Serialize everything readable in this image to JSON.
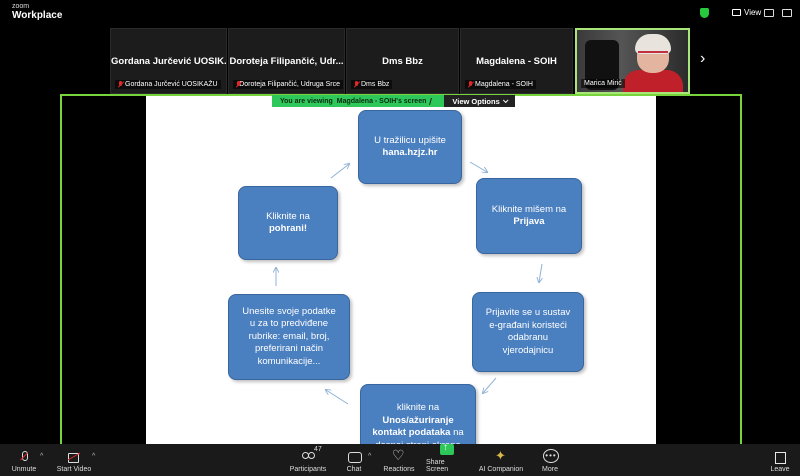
{
  "app": {
    "brand_top": "zoom",
    "brand_name": "Workplace"
  },
  "topbar": {
    "view_label": "View"
  },
  "thumbnails": [
    {
      "name": "Gordana Jurčević UOSIK...",
      "label": "Gordana Jurčević UOSIKAŽU"
    },
    {
      "name": "Doroteja Filipančić, Udr...",
      "label": "Doroteja Filipančić, Udruga Srce"
    },
    {
      "name": "Dms Bbz",
      "label": "Dms Bbz"
    },
    {
      "name": "Magdalena - SOIH",
      "label": "Magdalena - SOIH"
    },
    {
      "name": "",
      "label": "Marica Mirić"
    }
  ],
  "share_banner": {
    "viewing_prefix": "You are viewing",
    "viewing_name": "Magdalena - SOIH's screen",
    "view_options": "View Options"
  },
  "slide": {
    "top_line1": "U tražilicu upišite",
    "top_line2": "hana.hzjz.hr",
    "right1_line1": "Kliknite mišem na",
    "right1_line2": "Prijava",
    "right2_lines": [
      "Prijavite se u sustav",
      "e-građani koristeći",
      "odabranu",
      "vjerodajnicu"
    ],
    "bottom_line1": "kliknite na",
    "bottom_line2": "Unos/ažuriranje",
    "bottom_line3a": "kontakt podataka",
    "bottom_line3b": " na",
    "bottom_line4": "desnoj strani ekrana",
    "left2_lines": [
      "Unesite svoje podatke",
      "u za to predviđene",
      "rubrike: email, broj,",
      "preferirani način",
      "komunikacije..."
    ],
    "left1_line1": "Kliknite na",
    "left1_line2": "pohrani!"
  },
  "toolbar": {
    "unmute": "Unmute",
    "start_video": "Start Video",
    "participants": "Participants",
    "participants_count": "47",
    "chat": "Chat",
    "reactions": "Reactions",
    "share_screen": "Share Screen",
    "ai_companion": "AI Companion",
    "more": "More",
    "leave": "Leave"
  },
  "colors": {
    "accent_green": "#77d43b",
    "box_blue": "#4a7fc0",
    "share_green": "#2ec85a"
  }
}
